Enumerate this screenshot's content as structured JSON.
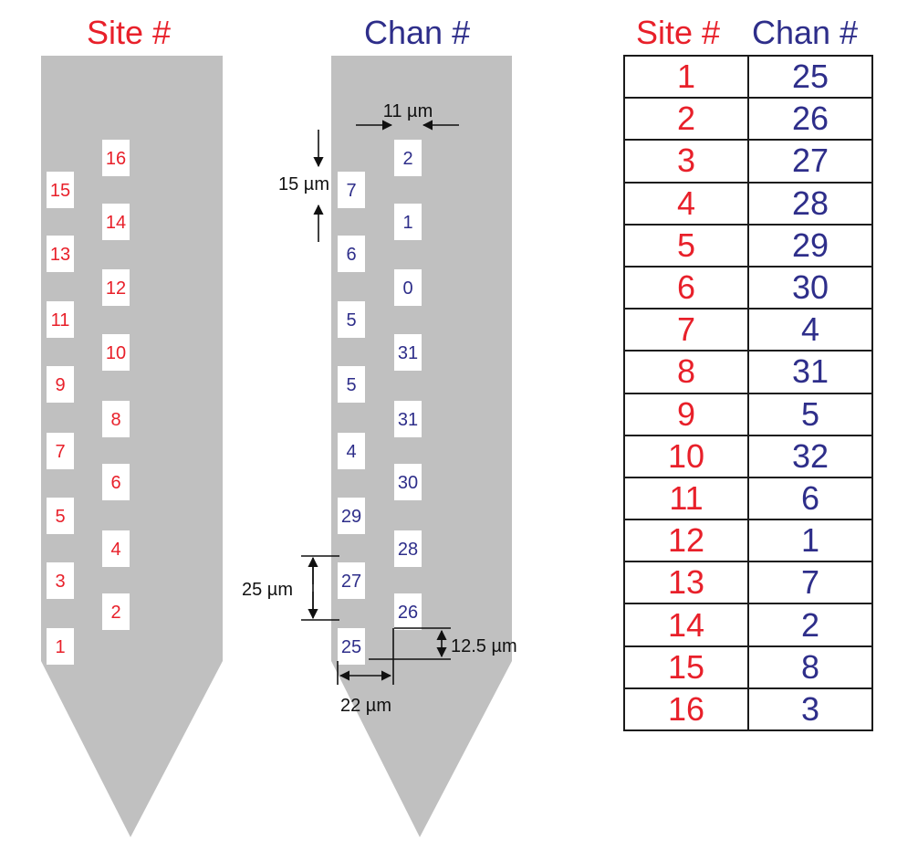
{
  "colors": {
    "red": "#e8202a",
    "navy": "#2e2e8a",
    "shank": "#c0c0c0",
    "ink": "#111111"
  },
  "headers": {
    "left_shank": "Site #",
    "right_shank": "Chan #",
    "table_site": "Site #",
    "table_chan": "Chan #"
  },
  "left_shank_sites": [
    "16",
    "15",
    "14",
    "13",
    "12",
    "11",
    "10",
    "9",
    "8",
    "7",
    "6",
    "5",
    "4",
    "3",
    "2",
    "1"
  ],
  "right_shank_channels": [
    "2",
    "7",
    "1",
    "6",
    "0",
    "5",
    "31",
    "5",
    "31",
    "4",
    "30",
    "29",
    "28",
    "27",
    "26",
    "25"
  ],
  "dimensions": {
    "pad_width": "11 µm",
    "pad_height": "15 µm",
    "vertical_pitch": "25 µm",
    "stagger_offset": "12.5 µm",
    "horizontal_spacing": "22 µm"
  },
  "mapping_table": [
    {
      "site": "1",
      "chan": "25"
    },
    {
      "site": "2",
      "chan": "26"
    },
    {
      "site": "3",
      "chan": "27"
    },
    {
      "site": "4",
      "chan": "28"
    },
    {
      "site": "5",
      "chan": "29"
    },
    {
      "site": "6",
      "chan": "30"
    },
    {
      "site": "7",
      "chan": "4"
    },
    {
      "site": "8",
      "chan": "31"
    },
    {
      "site": "9",
      "chan": "5"
    },
    {
      "site": "10",
      "chan": "32"
    },
    {
      "site": "11",
      "chan": "6"
    },
    {
      "site": "12",
      "chan": "1"
    },
    {
      "site": "13",
      "chan": "7"
    },
    {
      "site": "14",
      "chan": "2"
    },
    {
      "site": "15",
      "chan": "8"
    },
    {
      "site": "16",
      "chan": "3"
    }
  ]
}
